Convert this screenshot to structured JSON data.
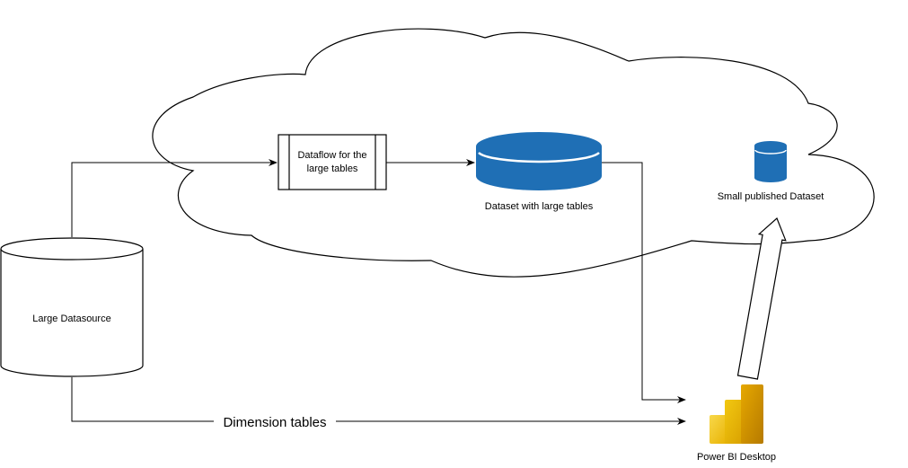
{
  "nodes": {
    "large_datasource": {
      "label": "Large Datasource"
    },
    "dataflow": {
      "label_line1": "Dataflow for the",
      "label_line2": "large tables"
    },
    "dataset_large": {
      "label": "Dataset with large tables"
    },
    "small_dataset": {
      "label": "Small published Dataset"
    },
    "power_bi": {
      "label": "Power BI Desktop"
    }
  },
  "edges": {
    "dimension_tables": {
      "label": "Dimension tables"
    }
  },
  "colors": {
    "database_blue": "#1f6fb5",
    "database_blue_dark": "#1a5f9e",
    "powerbi_light": "#f2c811",
    "powerbi_mid": "#e8b100",
    "powerbi_dark": "#c68a00"
  }
}
